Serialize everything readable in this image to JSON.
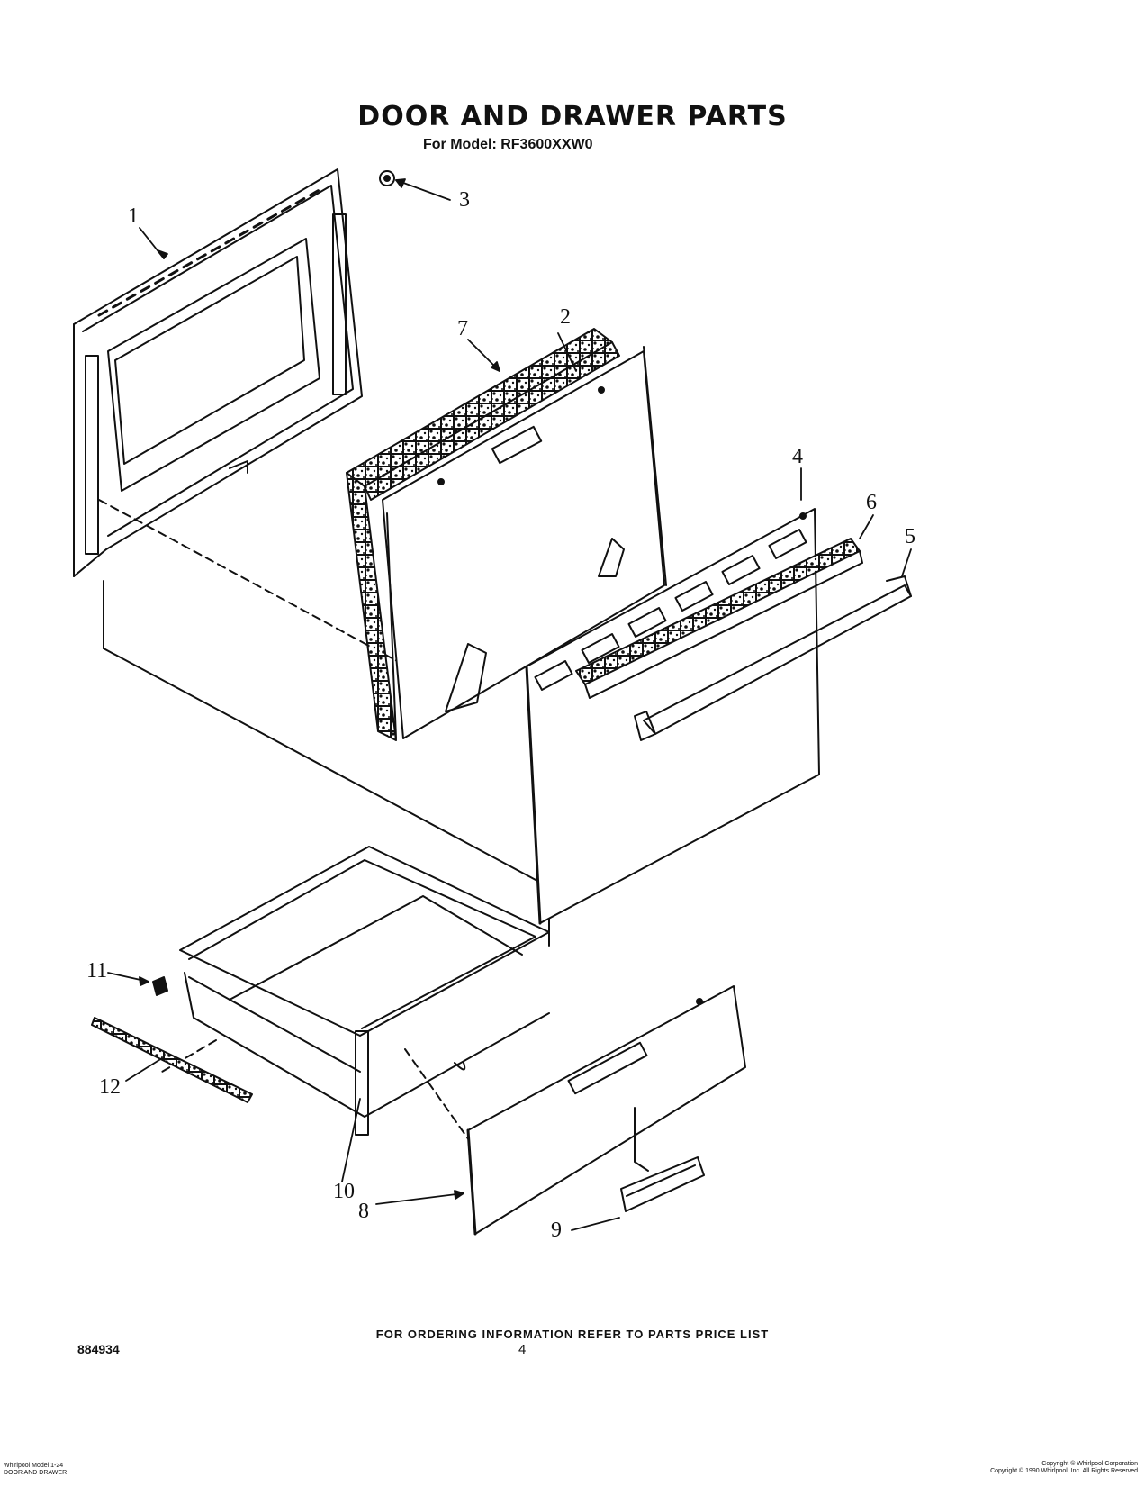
{
  "header": {
    "title": "DOOR AND DRAWER PARTS",
    "model_label": "For Model:",
    "model_number": "RF3600XXW0"
  },
  "callouts": [
    "1",
    "2",
    "3",
    "4",
    "5",
    "6",
    "7",
    "8",
    "9",
    "10",
    "11",
    "12"
  ],
  "footer": {
    "ordering_note": "FOR ORDERING INFORMATION REFER TO PARTS PRICE LIST",
    "doc_number": "884934",
    "page_number": "4",
    "fine_left_1": "Whirlpool Model 1-24",
    "fine_left_2": "DOOR AND DRAWER",
    "fine_right_1": "Copyright © Whirlpool Corporation",
    "fine_right_2": "Copyright © 1990 Whirlpool, Inc. All Rights Reserved"
  }
}
